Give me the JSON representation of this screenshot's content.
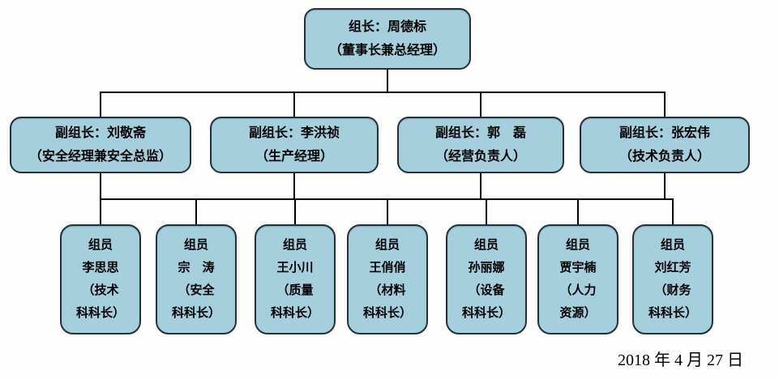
{
  "diagram": {
    "leader": {
      "lines": [
        "组长：周德标",
        "（董事长兼总经理）"
      ]
    },
    "deputies": [
      {
        "lines": [
          "副组长：刘敬斋",
          "（安全经理兼安全总监）"
        ]
      },
      {
        "lines": [
          "副组长：李洪祯",
          "（生产经理）"
        ]
      },
      {
        "lines": [
          "副组长：郭　磊",
          "（经营负责人）"
        ]
      },
      {
        "lines": [
          "副组长：张宏伟",
          "（技术负责人）"
        ]
      }
    ],
    "members": [
      {
        "lines": [
          "组员",
          "李思思",
          "（技术",
          "科科长）"
        ]
      },
      {
        "lines": [
          "组员",
          "宗　涛",
          "（安全",
          "科科长）"
        ]
      },
      {
        "lines": [
          "组员",
          "王小川",
          "（质量",
          "科科长）"
        ]
      },
      {
        "lines": [
          "组员",
          "王俏俏",
          "（材料",
          "科科长）"
        ]
      },
      {
        "lines": [
          "组员",
          "孙丽娜",
          "（设备",
          "科科长）"
        ]
      },
      {
        "lines": [
          "组员",
          "贾宇楠",
          "（人力",
          "资源）"
        ]
      },
      {
        "lines": [
          "组员",
          "刘红芳",
          "（财务",
          "科科长）"
        ]
      }
    ],
    "date": "2018 年 4 月 27 日",
    "colors": {
      "box_fill": "#a5cfdd",
      "box_border": "#22313a",
      "connector": "#000000",
      "text": "#000000"
    }
  }
}
